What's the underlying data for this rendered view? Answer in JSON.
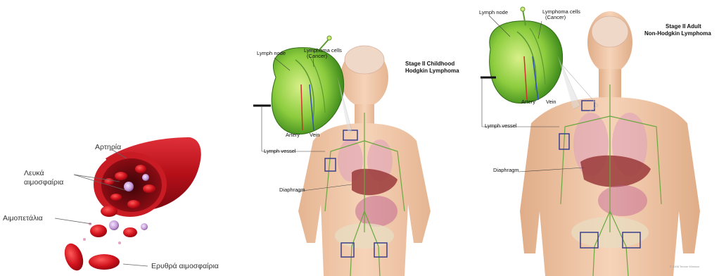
{
  "artery_panel": {
    "artery_label": "Αρτηρία",
    "white_cells_label_line1": "Λευκά",
    "white_cells_label_line2": "αιμοσφαίρια",
    "platelets_label": "Αιμοπετάλια",
    "red_cells_label": "Ερυθρά αιμοσφαίρια"
  },
  "childhood_panel": {
    "title_line1": "Stage II Childhood",
    "title_line2": "Hodgkin Lymphoma",
    "lymph_node": "Lymph node",
    "lymphoma_cells_line1": "Lymphoma cells",
    "lymphoma_cells_line2": "(Cancer)",
    "artery": "Artery",
    "vein": "Vein",
    "lymph_vessel": "Lymph vessel",
    "diaphragm": "Diaphragm"
  },
  "adult_panel": {
    "title_line1": "Stage II Adult",
    "title_line2": "Non-Hodgkin Lymphoma",
    "lymph_node": "Lymph node",
    "lymphoma_cells_line1": "Lymphoma cells",
    "lymphoma_cells_line2": "(Cancer)",
    "artery": "Artery",
    "vein": "Vein",
    "lymph_vessel": "Lymph vessel",
    "diaphragm": "Diaphragm",
    "copyright": "© 2008 Terese Winslow"
  },
  "colors": {
    "artery_red": "#c0101a",
    "node_green": "#7cc43a",
    "skin": "#f2c7a6",
    "tumor_box": "#3a3f8c"
  }
}
